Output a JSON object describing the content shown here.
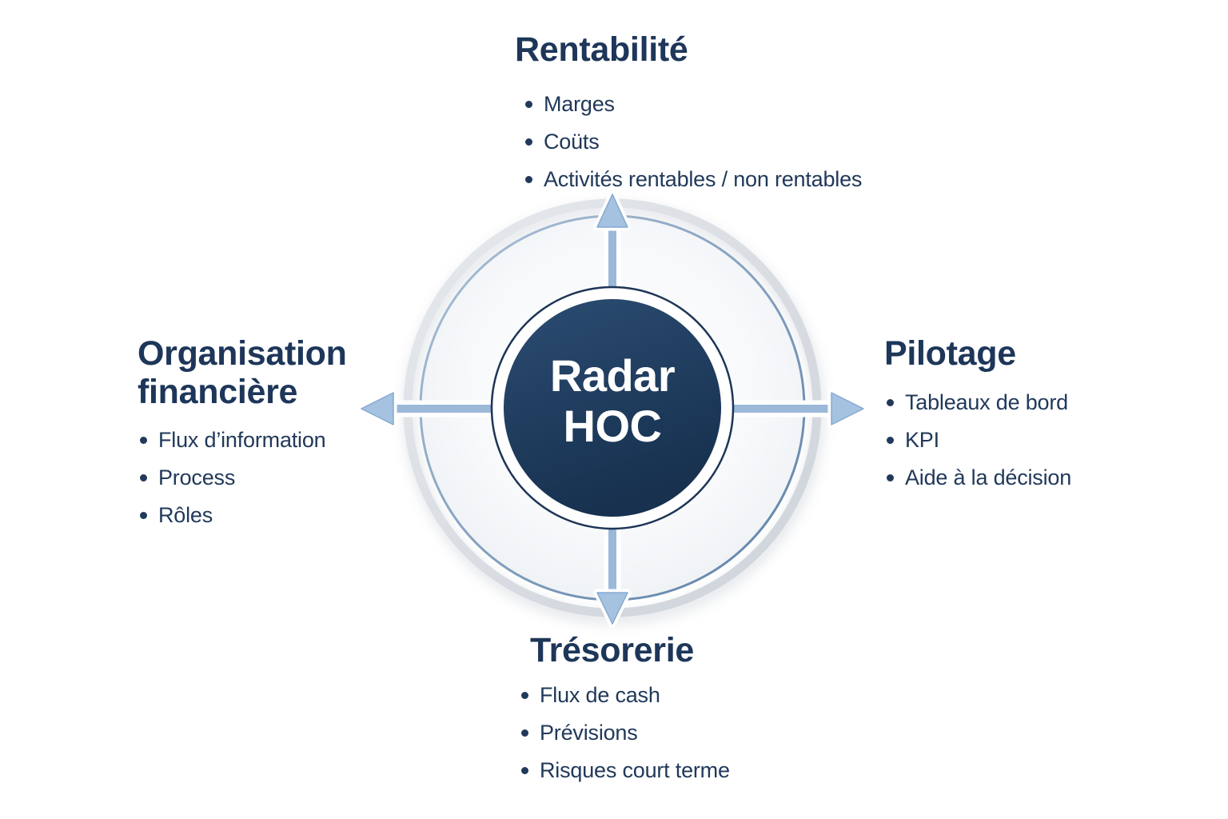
{
  "diagram": {
    "center": {
      "line1": "Radar",
      "line2": "HOC"
    },
    "sections": {
      "top": {
        "title": "Rentabilité",
        "items": [
          "Marges",
          "Coüts",
          "Activités rentables / non rentables"
        ]
      },
      "right": {
        "title": "Pilotage",
        "items": [
          "Tableaux de bord",
          "KPI",
          "Aide à la décision"
        ]
      },
      "bottom": {
        "title": "Trésorerie",
        "items": [
          "Flux de cash",
          "Prévisions",
          "Risques court terme"
        ]
      },
      "left": {
        "title": "Organisation financière",
        "items": [
          "Flux d’information",
          "Process",
          "Rôles"
        ]
      }
    },
    "colors": {
      "heading_text": "#1d3659",
      "body_text": "#21395a",
      "center_circle": "#1e3a5c",
      "center_text": "#ffffff",
      "arrow": "#a5c2e0",
      "outer_ring": "#d9dde3",
      "inner_ring": "#7f9cba",
      "background": "#ffffff"
    }
  }
}
